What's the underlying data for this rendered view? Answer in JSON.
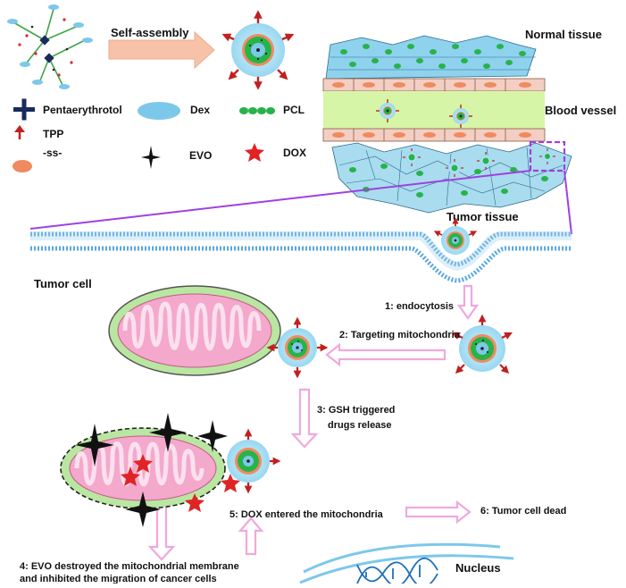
{
  "labels": {
    "self_assembly": "Self-assembly",
    "normal_tissue": "Normal tissue",
    "blood_vessel": "Blood vessel",
    "tumor_tissue": "Tumor tissue",
    "tumor_cell": "Tumor cell",
    "nucleus": "Nucleus"
  },
  "legend": [
    {
      "symbol": "pentaerythrotol",
      "label": "Pentaerythrotol"
    },
    {
      "symbol": "dex",
      "label": "Dex"
    },
    {
      "symbol": "pcl",
      "label": "PCL"
    },
    {
      "symbol": "tpp",
      "label": "TPP"
    },
    {
      "symbol": "evo",
      "label": "EVO"
    },
    {
      "symbol": "dox",
      "label": "DOX"
    },
    {
      "symbol": "ss",
      "label": "-ss-"
    }
  ],
  "steps": {
    "s1": "1: endocytosis",
    "s2": "2: Targeting mitochondria",
    "s3_line1": "3: GSH triggered",
    "s3_line2": "drugs release",
    "s4_line1": "4:  EVO destroyed the mitochondrial membrane",
    "s4_line2": "and  inhibited the migration of cancer cells",
    "s5": "5: DOX entered the mitochondria",
    "s6": "6: Tumor cell dead"
  },
  "colors": {
    "dex": "#7cc8ea",
    "pcl": "#27b34a",
    "tpp": "#c0201f",
    "dox": "#e02424",
    "ss": "#f08a60",
    "arrow": "#f0a8dc",
    "highlight": "#a040e0",
    "membrane": "#5aa6e0",
    "vessel": "#d7f5a6",
    "mito_outer": "#b9e6a0",
    "mito_inner": "#f3a8cc"
  }
}
